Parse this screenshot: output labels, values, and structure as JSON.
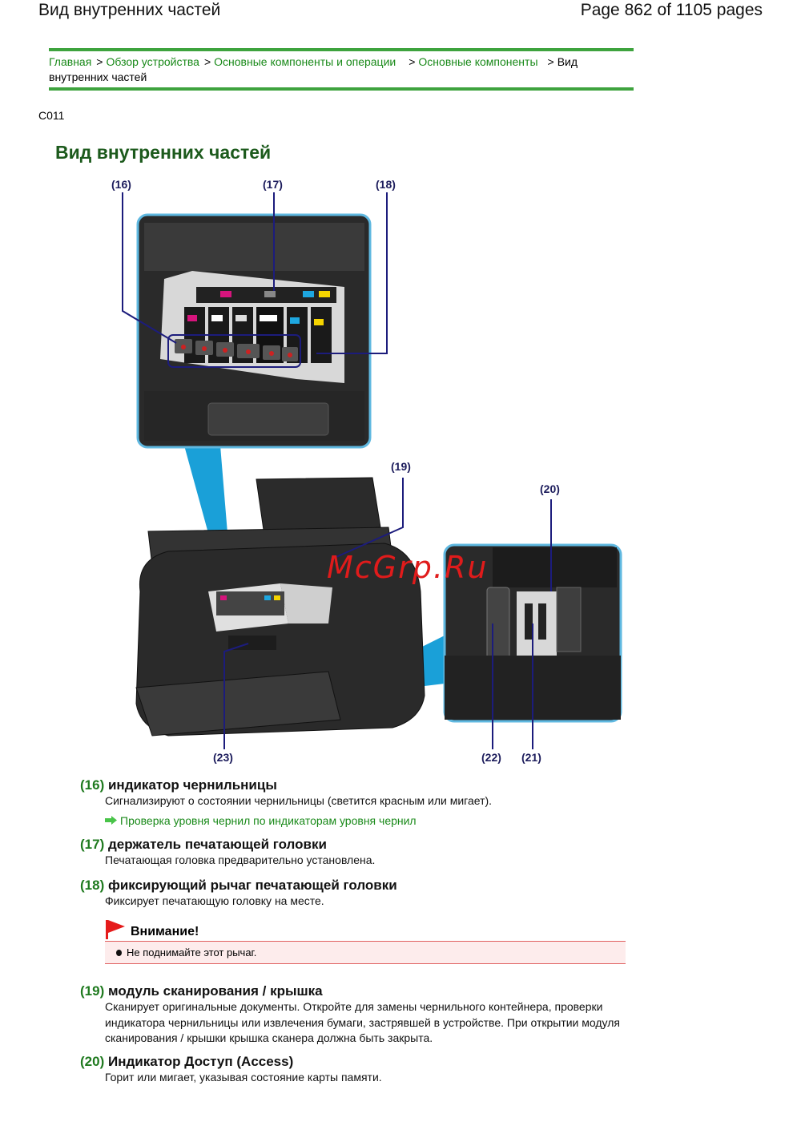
{
  "header": {
    "title": "Вид внутренних частей",
    "pages": "Page 862 of 1105 pages"
  },
  "breadcrumb": {
    "items": [
      {
        "label": "Главная",
        "link": true
      },
      {
        "label": "Обзор устройства",
        "link": true
      },
      {
        "label": "Основные компоненты и операции",
        "link": true
      },
      {
        "label": "Основные компоненты",
        "link": true
      },
      {
        "label": "Вид внутренних частей",
        "link": false
      }
    ],
    "separator": ">"
  },
  "code": "C011",
  "main_title": "Вид внутренних частей",
  "figure": {
    "callouts": [
      "(16)",
      "(17)",
      "(18)",
      "(19)",
      "(20)",
      "(21)",
      "(22)",
      "(23)"
    ],
    "watermark": "McGrp.Ru",
    "accent_color": "#1aa0d8"
  },
  "items": [
    {
      "num": "(16)",
      "title": "индикатор чернильницы",
      "desc": "Сигнализируют о состоянии чернильницы (светится красным или мигает).",
      "link": "Проверка уровня чернил по индикаторам уровня чернил"
    },
    {
      "num": "(17)",
      "title": "держатель печатающей головки",
      "desc": "Печатающая головка предварительно установлена."
    },
    {
      "num": "(18)",
      "title": "фиксирующий рычаг печатающей головки",
      "desc": "Фиксирует печатающую головку на месте."
    },
    {
      "num": "(19)",
      "title": "модуль сканирования / крышка",
      "desc": "Сканирует оригинальные документы. Откройте для замены чернильного контейнера, проверки индикатора чернильницы или извлечения бумаги, застрявшей в устройстве. При открытии модуля сканирования / крышки крышка сканера должна быть закрыта."
    },
    {
      "num": "(20)",
      "title": "Индикатор Доступ (Access)",
      "desc": "Горит или мигает, указывая состояние карты памяти."
    }
  ],
  "caution": {
    "title": "Внимание!",
    "text": "Не поднимайте этот рычаг.",
    "icon": "red-flag-icon"
  },
  "colors": {
    "link_green": "#1a8a1a",
    "title_green": "#1c5a1c",
    "rule_green": "#3ea33e",
    "caution_bg": "#fdecec",
    "caution_border": "#e06060"
  }
}
